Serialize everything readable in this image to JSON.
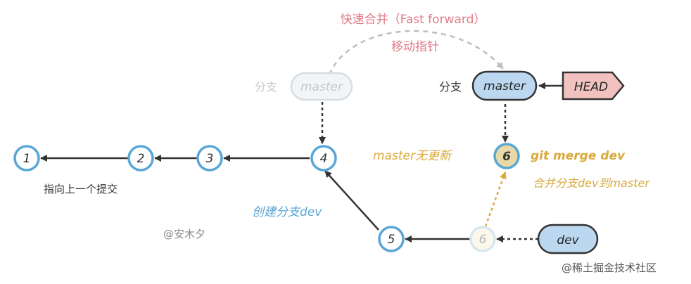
{
  "top_label": "快速合并（Fast forward）",
  "top_sublabel": "移动指针",
  "faded_branch": {
    "prefix": "分支",
    "name": "master"
  },
  "master_branch": {
    "prefix": "分支",
    "name": "master"
  },
  "head_label": "HEAD",
  "commits": {
    "c1": "1",
    "c2": "2",
    "c3": "3",
    "c4": "4",
    "c5": "5",
    "c6_merge": "6",
    "c6_faded": "6"
  },
  "labels": {
    "prev_commit": "指向上一个提交",
    "master_no_update": "master无更新",
    "git_merge": "git merge dev",
    "merge_desc": "合并分支dev到master",
    "create_branch": "创建分支dev",
    "author": "@安木夕",
    "watermark": "@稀土掘金技术社区"
  },
  "dev_branch": {
    "name": "dev"
  },
  "colors": {
    "commit_ring": "#5aa6d6",
    "master_fill": "#bcd8f0",
    "head_fill": "#f2c2c0",
    "dev_fill": "#bcd8f0",
    "merge_fill": "#e9d9a6",
    "pink_text": "#e07b86",
    "blue_text": "#5aa6d6",
    "yellow_text": "#d9a93c",
    "gray_text": "#777777",
    "faded": "#c8c8c8"
  }
}
